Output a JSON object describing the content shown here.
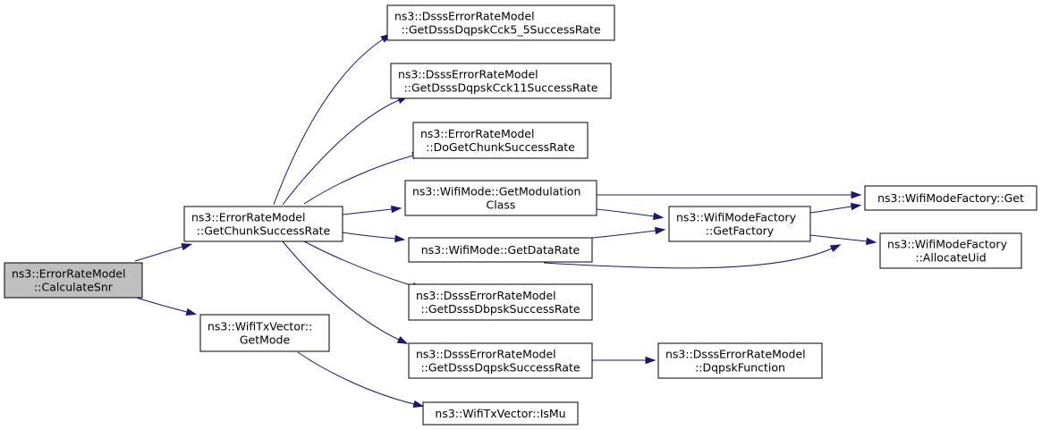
{
  "graph": {
    "nodes": [
      {
        "id": "calc_snr",
        "lines": [
          "ns3::ErrorRateModel",
          "::CalculateSnr"
        ],
        "root": true
      },
      {
        "id": "get_chunk",
        "lines": [
          "ns3::ErrorRateModel",
          "::GetChunkSuccessRate"
        ]
      },
      {
        "id": "get_txvec_mode",
        "lines": [
          "ns3::WifiTxVector::",
          "GetMode"
        ]
      },
      {
        "id": "cck55",
        "lines": [
          "ns3::DsssErrorRateModel",
          "::GetDsssDqpskCck5_5SuccessRate"
        ]
      },
      {
        "id": "cck11",
        "lines": [
          "ns3::DsssErrorRateModel",
          "::GetDsssDqpskCck11SuccessRate"
        ]
      },
      {
        "id": "doget",
        "lines": [
          "ns3::ErrorRateModel",
          "::DoGetChunkSuccessRate"
        ]
      },
      {
        "id": "getmod",
        "lines": [
          "ns3::WifiMode::GetModulation",
          "Class"
        ]
      },
      {
        "id": "getrate",
        "lines": [
          "ns3::WifiMode::GetDataRate"
        ]
      },
      {
        "id": "dbpsk",
        "lines": [
          "ns3::DsssErrorRateModel",
          "::GetDsssDbpskSuccessRate"
        ]
      },
      {
        "id": "dqpsk",
        "lines": [
          "ns3::DsssErrorRateModel",
          "::GetDsssDqpskSuccessRate"
        ]
      },
      {
        "id": "ismu",
        "lines": [
          "ns3::WifiTxVector::IsMu"
        ]
      },
      {
        "id": "getfactory",
        "lines": [
          "ns3::WifiModeFactory",
          "::GetFactory"
        ]
      },
      {
        "id": "dqpskfn",
        "lines": [
          "ns3::DsssErrorRateModel",
          "::DqpskFunction"
        ]
      },
      {
        "id": "wmf_get",
        "lines": [
          "ns3::WifiModeFactory::Get"
        ]
      },
      {
        "id": "alloc",
        "lines": [
          "ns3::WifiModeFactory",
          "::AllocateUid"
        ]
      }
    ],
    "edges": [
      {
        "from": "calc_snr",
        "to": "get_chunk"
      },
      {
        "from": "calc_snr",
        "to": "get_txvec_mode"
      },
      {
        "from": "get_chunk",
        "to": "cck55"
      },
      {
        "from": "get_chunk",
        "to": "cck11"
      },
      {
        "from": "get_chunk",
        "to": "doget"
      },
      {
        "from": "get_chunk",
        "to": "getmod"
      },
      {
        "from": "get_chunk",
        "to": "getrate"
      },
      {
        "from": "get_chunk",
        "to": "dbpsk"
      },
      {
        "from": "get_chunk",
        "to": "dqpsk"
      },
      {
        "from": "get_txvec_mode",
        "to": "ismu"
      },
      {
        "from": "getmod",
        "to": "wmf_get"
      },
      {
        "from": "getmod",
        "to": "getfactory"
      },
      {
        "from": "getrate",
        "to": "getfactory"
      },
      {
        "from": "getrate",
        "to": "wmf_get"
      },
      {
        "from": "getfactory",
        "to": "wmf_get"
      },
      {
        "from": "getfactory",
        "to": "alloc"
      },
      {
        "from": "dqpsk",
        "to": "dqpskfn"
      }
    ],
    "colors": {
      "edge": "#191970",
      "root_fill": "#bfbfbf",
      "node_fill": "#ffffff",
      "node_stroke": "#000000"
    }
  }
}
